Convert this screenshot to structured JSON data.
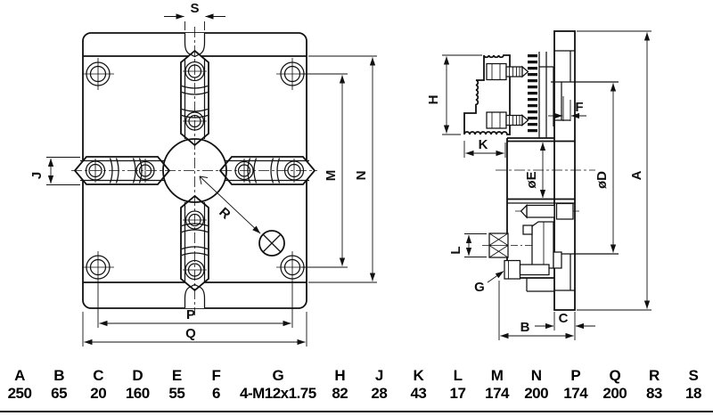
{
  "drawing_title": "4-jaw independent chuck, two-view technical drawing",
  "dims": {
    "S": "S",
    "J": "J",
    "M": "M",
    "N": "N",
    "P": "P",
    "Q": "Q",
    "R": "R",
    "H": "H",
    "K": "K",
    "F": "F",
    "oE": "øE",
    "oD": "øD",
    "A": "A",
    "L": "L",
    "G": "G",
    "B": "B",
    "C": "C"
  },
  "table": {
    "cols": [
      {
        "label": "A",
        "value": "250"
      },
      {
        "label": "B",
        "value": "65"
      },
      {
        "label": "C",
        "value": "20"
      },
      {
        "label": "D",
        "value": "160"
      },
      {
        "label": "E",
        "value": "55"
      },
      {
        "label": "F",
        "value": "6"
      },
      {
        "label": "G",
        "value": "4-M12x1.75"
      },
      {
        "label": "H",
        "value": "82"
      },
      {
        "label": "J",
        "value": "28"
      },
      {
        "label": "K",
        "value": "43"
      },
      {
        "label": "L",
        "value": "17"
      },
      {
        "label": "M",
        "value": "174"
      },
      {
        "label": "N",
        "value": "200"
      },
      {
        "label": "P",
        "value": "174"
      },
      {
        "label": "Q",
        "value": "200"
      },
      {
        "label": "R",
        "value": "83"
      },
      {
        "label": "S",
        "value": "18"
      }
    ]
  }
}
